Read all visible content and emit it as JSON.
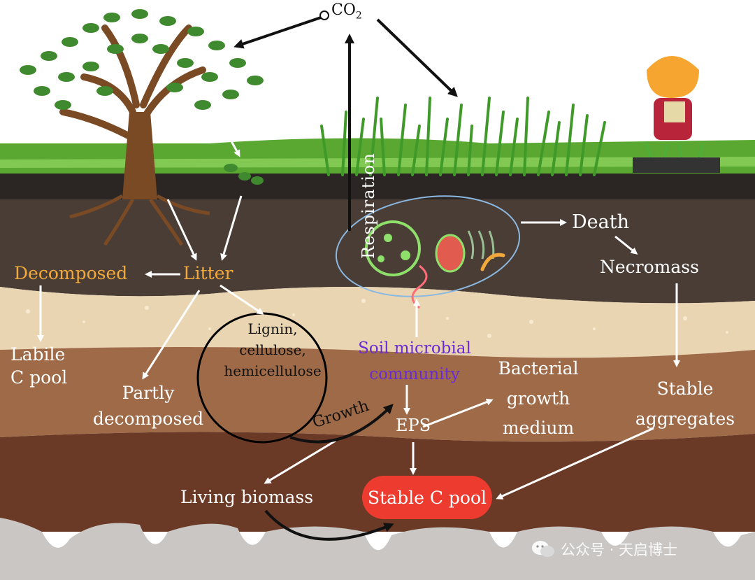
{
  "labels": {
    "co2": "CO",
    "co2_sub": "2",
    "respiration": "Respiration",
    "death": "Death",
    "necromass": "Necromass",
    "litter": "Litter",
    "decomposed": "Decomposed",
    "labile_line1": "Labile",
    "labile_line2": "C pool",
    "partly_line1": "Partly",
    "partly_line2": "decomposed",
    "lignin_line1": "Lignin,",
    "lignin_line2": "cellulose,",
    "lignin_line3": "hemicellulose",
    "soil_micro_line1": "Soil microbial",
    "soil_micro_line2": "community",
    "bacterial_line1": "Bacterial",
    "bacterial_line2": "growth",
    "bacterial_line3": "medium",
    "stable_agg_line1": "Stable",
    "stable_agg_line2": "aggregates",
    "eps": "EPS",
    "growth": "Growth",
    "living_biomass": "Living biomass",
    "stable_c_pool": "Stable C pool"
  },
  "watermark": {
    "text": "公众号 · 天启博士",
    "icon": "wechat-icon"
  },
  "colors": {
    "sky": "#ffffff",
    "grass": "#5aa832",
    "topsoil_dark": "#2f2a28",
    "topsoil": "#4a3d36",
    "sand_layer": "#ead5b2",
    "clay_layer": "#9e6a47",
    "deep_layer": "#6a3a26",
    "bedrock": "#c9c6c4",
    "accent_orange": "#f2a93b",
    "accent_purple": "#6a2bd6",
    "stable_pool": "#ee3b2f"
  },
  "illustrations": [
    "tree-illustration",
    "grass-illustration",
    "farmer-illustration",
    "microbe-cell-illustration",
    "falling-leaves-illustration"
  ]
}
